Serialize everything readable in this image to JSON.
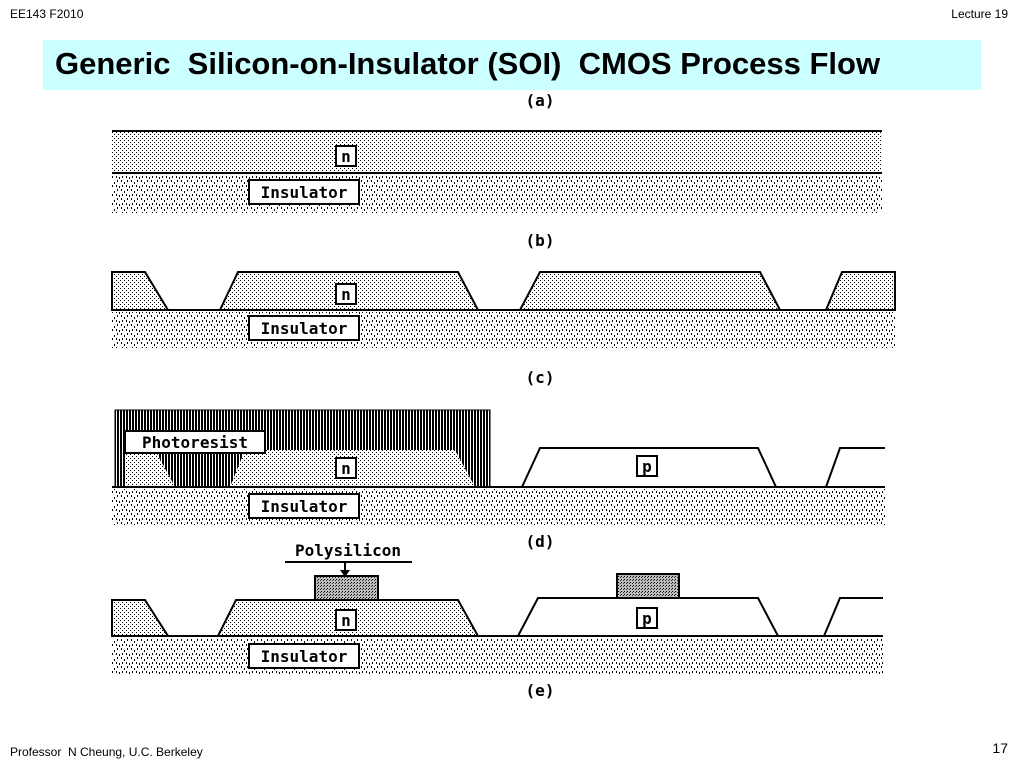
{
  "header": {
    "course": "EE143  F2010",
    "lecture": "Lecture 19"
  },
  "title": "Generic  Silicon-on-Insulator (SOI)  CMOS Process Flow",
  "diagram": {
    "step_a": "(a)",
    "step_b": "(b)",
    "step_c": "(c)",
    "step_d": "(d)",
    "step_e": "(e)",
    "label_n": "n",
    "label_p": "p",
    "label_insulator": "Insulator",
    "label_photoresist": "Photoresist",
    "label_polysilicon": "Polysilicon"
  },
  "footer": {
    "author": "Professor  N Cheung, U.C. Berkeley",
    "page": "17"
  }
}
